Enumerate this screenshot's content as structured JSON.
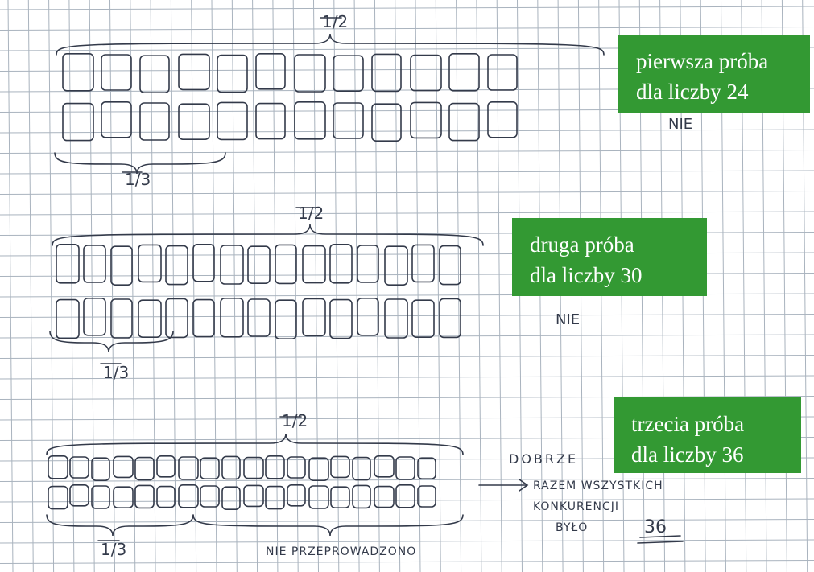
{
  "notes": [
    {
      "line1": "pierwsza próba",
      "line2": "dla liczby 24",
      "color": "#339933"
    },
    {
      "line1": "druga próba",
      "line2": "dla liczby 30",
      "color": "#339933"
    },
    {
      "line1": "trzecia próba",
      "line2": "dla liczby 36",
      "color": "#339933"
    }
  ],
  "handwriting": {
    "half": "1/2",
    "third": "1/3",
    "no": "NIE",
    "good": "DOBRZE",
    "together_line": "RAZEM WSZYSTKICH",
    "competitions_line": "KONKURENCJI",
    "was_line": "BYŁO",
    "answer": "36",
    "not_held": "NIE PRZEPROWADZONO"
  },
  "trials": [
    {
      "total": 24,
      "per_row": 12
    },
    {
      "total": 30,
      "per_row": 15
    },
    {
      "total": 36,
      "per_row": 18
    }
  ],
  "colors": {
    "grid": "#a9b3be",
    "ink": "#333a4a",
    "note_bg": "#339933"
  }
}
